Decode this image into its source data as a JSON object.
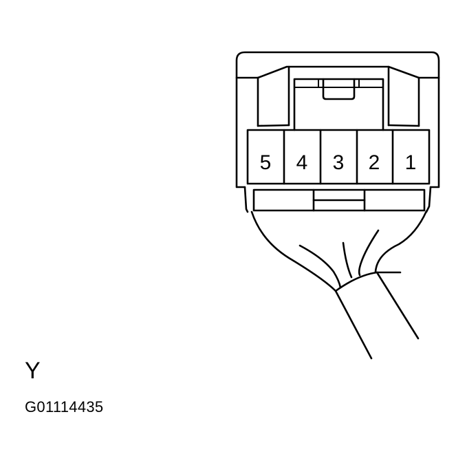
{
  "figure": {
    "type": "connector-face-view",
    "view_label": "Y",
    "figure_code": "G01114435",
    "line_color": "#000000",
    "background_color": "#ffffff"
  },
  "connector": {
    "pin_count": 5,
    "pins": [
      {
        "label": "5"
      },
      {
        "label": "4"
      },
      {
        "label": "3"
      },
      {
        "label": "2"
      },
      {
        "label": "1"
      }
    ],
    "wire_harness": "wires exit bottom into sheathed cable"
  }
}
